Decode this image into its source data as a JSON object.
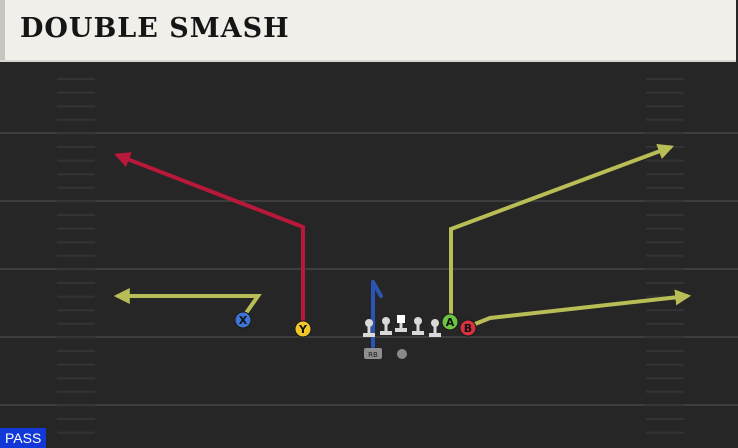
{
  "play": {
    "title": "DOUBLE SMASH",
    "badge": "PASS"
  },
  "players": {
    "x": "X",
    "y": "Y",
    "a": "A",
    "b": "B",
    "rb": "RB"
  },
  "colors": {
    "route_red": "#b8183a",
    "route_yellow": "#b9bd55",
    "route_blue": "#2b55b4",
    "player_x": "#3f73d6",
    "player_y": "#f2c62b",
    "player_a": "#6dc343",
    "player_b": "#d8323f",
    "lineman": "#d9d9d9",
    "field": "#262626",
    "yard_line": "#3e3e3e",
    "pass_badge": "#1238d8"
  }
}
